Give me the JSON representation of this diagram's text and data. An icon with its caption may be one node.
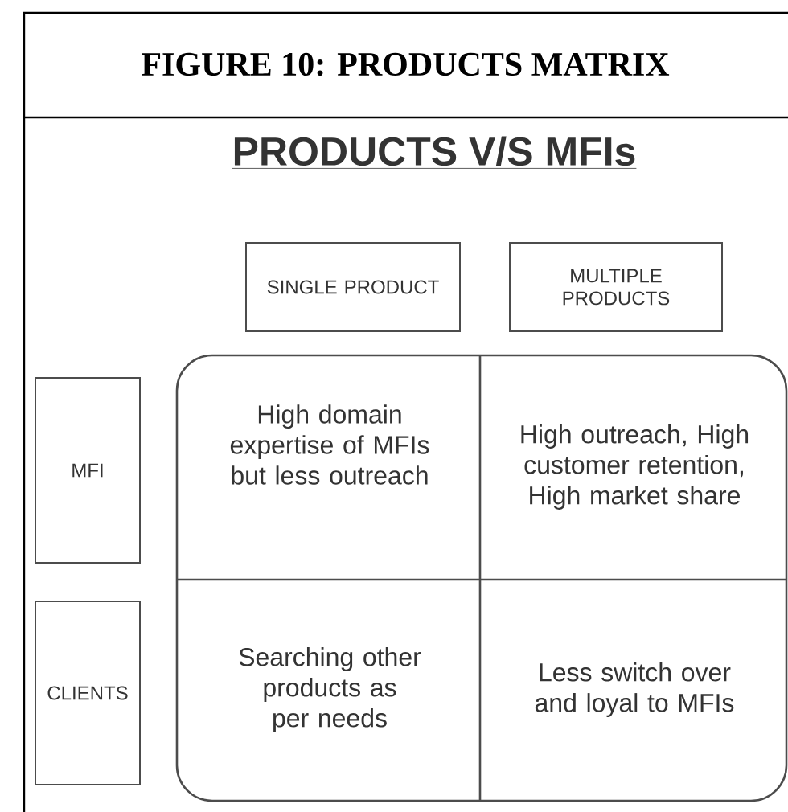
{
  "diagram": {
    "title": "FIGURE 10: PRODUCTS MATRIX",
    "nodes": [
      {
        "text": [
          "SINGLE PRODUCT"
        ]
      },
      {
        "text": [
          "MULTIPLE PRODUCTS"
        ]
      },
      {
        "text": [
          "MFI"
        ]
      },
      {
        "text": [
          "CLIENTS"
        ]
      },
      {
        "text": [],
        "shape": "box"
      },
      {
        "text": [
          "High domain expertise of MFIs but less outreach"
        ],
        "in": 4
      },
      {
        "text": [
          "High outreach, High customer retention, High market share"
        ],
        "in": 4
      },
      {
        "text": [
          "Searching other products as per needs"
        ],
        "in": 4
      },
      {
        "text": [
          "Less switch over and loyal to MFIs"
        ],
        "in": 4
      }
    ],
    "edges": [],
    "labels": [
      "PRODUCTS V/S MFIs"
    ]
  }
}
